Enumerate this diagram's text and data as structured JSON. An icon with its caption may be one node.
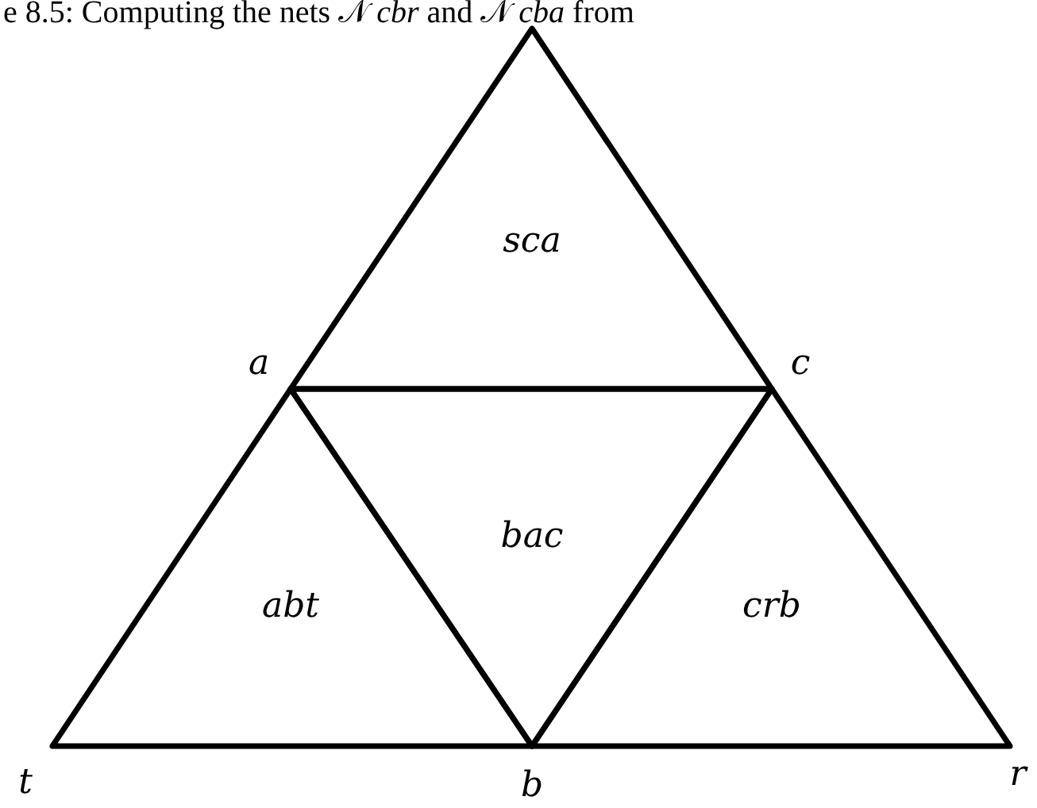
{
  "diagram": {
    "caption": "e 8.5: Computing the nets 𝒩 *cbr* and 𝒩 *cba* from",
    "nodes": [
      {
        "text": [
          "sca"
        ]
      },
      {
        "text": [
          "abt"
        ]
      },
      {
        "text": [
          "bac"
        ]
      },
      {
        "text": [
          "crb"
        ]
      }
    ],
    "labels": [
      "a",
      "c",
      "t",
      "b",
      "r"
    ]
  }
}
